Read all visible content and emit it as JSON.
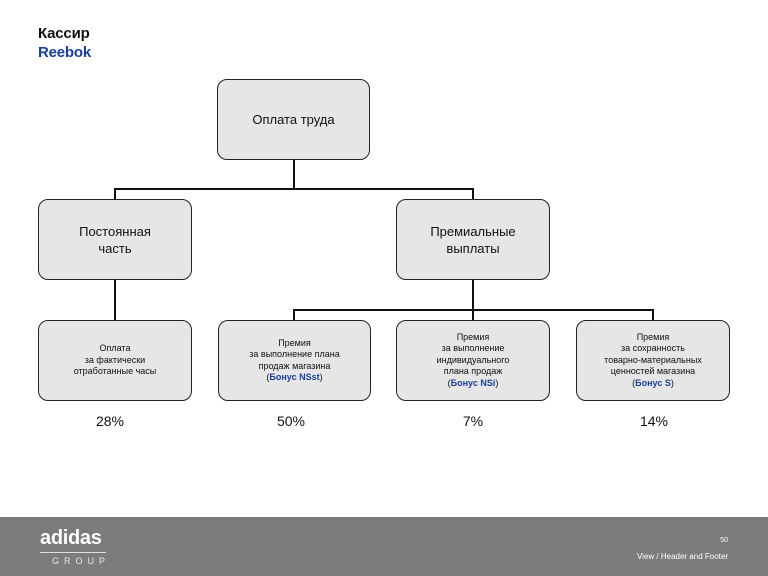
{
  "header": {
    "title_line1": "Кассир",
    "title_line2": "Reebok"
  },
  "root": {
    "label": "Оплата труда"
  },
  "groups": [
    {
      "label": "Постоянная\nчасть"
    },
    {
      "label": "Премиальные\nвыплаты"
    }
  ],
  "items": [
    {
      "label": "Оплата\nза фактически\nотработанные часы",
      "bonus": "",
      "percent": "28%"
    },
    {
      "label": "Премия\nза выполнение плана\nпродаж магазина",
      "bonus": "Бонус NSst",
      "percent": "50%"
    },
    {
      "label": "Премия\nза выполнение\nиндивидуального\nплана продаж",
      "bonus": "Бонус NSi",
      "percent": "7%"
    },
    {
      "label": "Премия\nза сохранность\nтоварно-материальных\nценностей магазина",
      "bonus": "Бонус S",
      "percent": "14%"
    }
  ],
  "footer": {
    "logo_word": "adidas",
    "logo_sub": "GROUP",
    "page_number": "50",
    "text": "View / Header and Footer"
  },
  "colors": {
    "box_fill": "#e6e6e6",
    "accent": "#1a3f9c",
    "footer_bg": "#7c7c7c"
  }
}
